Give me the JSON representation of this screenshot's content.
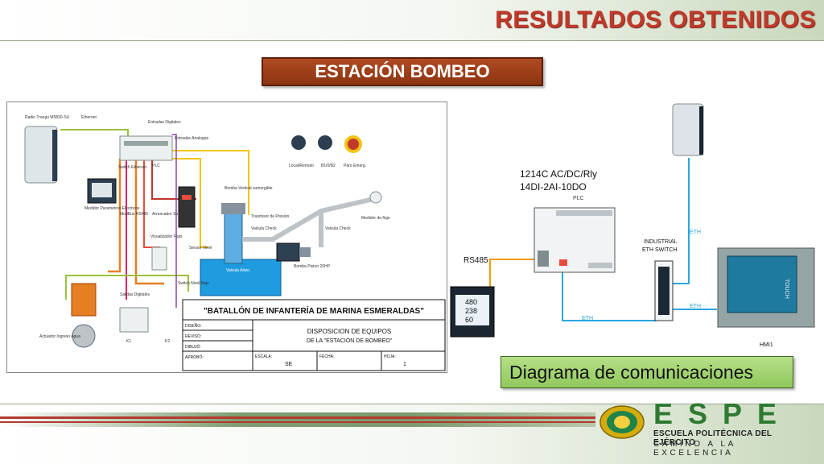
{
  "slide": {
    "title": "RESULTADOS OBTENIDOS",
    "station_banner": "ESTACIÓN BOMBEO",
    "comm_caption": "Diagrama de comunicaciones"
  },
  "left_diagram": {
    "labels": {
      "radio": "Radio Trango M5830-SU",
      "ethernet": "Ethernet",
      "entradas_digitales": "Entradas Digitales",
      "entradas_analogas": "Entradas Analogas",
      "switch_ethernet": "Switch Ethernet",
      "plc": "PLC",
      "medidor_parametros": "Medidor Parametros Electricos",
      "modbus": "ModBus RS485",
      "arrancador": "Arrancador Suave",
      "visualizador": "Visualizador Flujo",
      "sensor_nivel": "Sensor Nivel",
      "switch_nivel": "Switch Nivel Bajo",
      "bomba_vertical": "Bomba Vertical sumergible",
      "trasmisor_presion": "Trasmisor de Presion",
      "valvula_check_1": "Valvula Check",
      "valvula_check_2": "Valvula Check",
      "valvula_alivio": "Valvula Alivio",
      "bomba_piston": "Bomba Piston 20HP",
      "medidor_flujo": "Medidor de flujo",
      "local_remoto": "Local/Remoto",
      "b1_b2": "B1/0/B2",
      "paro_emerg": "Paro Emerg.",
      "salidas_digitales": "Salidas Digitales",
      "actuador": "Actuador Ingreso Agua",
      "k1": "K1",
      "k2": "K2"
    },
    "title_block": {
      "organization": "\"BATALLÓN DE INFANTERÍA DE MARINA ESMERALDAS\"",
      "diseno": "DISEÑO:",
      "reviso": "REVISÓ:",
      "dibujo": "DIBUJÓ:",
      "aprobo": "APROBÓ:",
      "doc_title_1": "DISPOSICION DE EQUIPOS",
      "doc_title_2": "DE LA \"ESTACIÓN DE BOMBEO\"",
      "escala_label": "ESCALA:",
      "escala_value": "SE",
      "fecha_label": "FECHA:",
      "hoja_label": "HOJA:",
      "hoja_value": "1"
    }
  },
  "right_diagram": {
    "plc_model_line1": "1214C AC/DC/Rly",
    "plc_model_line2": "14DI-2AI-10DO",
    "plc_label": "PLC",
    "rs485": "RS485",
    "eth_bottom": "ETH",
    "eth_switch_right": "ETH",
    "eth_antenna": "ETH",
    "switch_label_1": "INDUSTRIAL",
    "switch_label_2": "ETH SWITCH",
    "meter_display_1": "480",
    "meter_display_2": "238",
    "meter_display_3": "60",
    "hmi_label": "HMI1",
    "hmi_touch": "TOUCH"
  },
  "footer": {
    "espe": "ESPE",
    "line1": "ESCUELA POLITÉCNICA DEL EJÉRCITO",
    "line2": "CAMINO A LA EXCELENCIA"
  },
  "colors": {
    "title_red": "#c0392b",
    "banner_brown": "#a0421a",
    "caption_green": "#9fd26c",
    "eth_cyan": "#2aa7df",
    "rs485_orange": "#f39c12",
    "espe_green": "#2f7a32"
  }
}
